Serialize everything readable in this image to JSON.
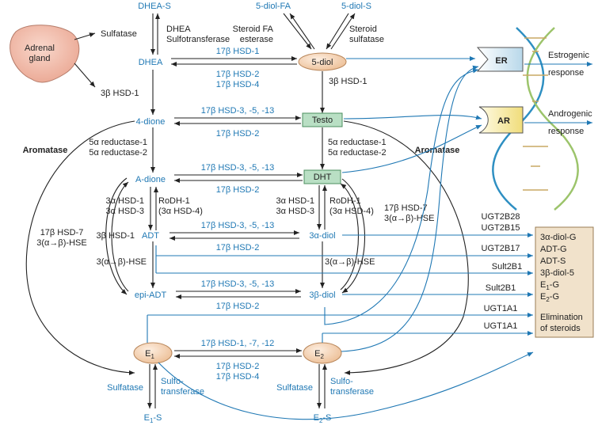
{
  "nodes": {
    "dheas": "DHEA-S",
    "diol_fa": "5-diol-FA",
    "diol_s": "5-diol-S",
    "dhea": "DHEA",
    "diol5": "5-diol",
    "dione4": "4-dione",
    "testo": "Testo",
    "adione": "A-dione",
    "dht": "DHT",
    "adt": "ADT",
    "diol3a": "3α-diol",
    "epiadt": "epi-ADT",
    "diol3b": "3β-diol",
    "e1": "E",
    "e1_sub": "1",
    "e2": "E",
    "e2_sub": "2",
    "e1s": "E",
    "e1s_sub": "1",
    "e1s_suffix": "-S",
    "e2s": "E",
    "e2s_sub": "2",
    "e2s_suffix": "-S"
  },
  "adrenal": [
    "Adrenal",
    "gland"
  ],
  "receptors": {
    "er": "ER",
    "ar": "AR"
  },
  "responses": {
    "estrogenic": [
      "Estrogenic",
      "response"
    ],
    "androgenic": [
      "Androgenic",
      "response"
    ]
  },
  "enzymes": {
    "sulfatase_top": "Sulfatase",
    "dhea_sulfo": [
      "DHEA",
      "Sulfotransferase"
    ],
    "steroid_fa": [
      "Steroid FA",
      "esterase"
    ],
    "steroid_sulf": [
      "Steroid",
      "sulfatase"
    ],
    "hsd3b_left": "3β HSD-1",
    "hsd3b_right": "3β HSD-1",
    "r1_top": "17β HSD-1",
    "r1_bottom": [
      "17β HSD-2",
      "17β HSD-4"
    ],
    "r2_top": "17β HSD-3, -5, -13",
    "r2_bottom": "17β HSD-2",
    "red_left": [
      "5α reductase-1",
      "5α reductase-2"
    ],
    "red_right": [
      "5α reductase-1",
      "5α reductase-2"
    ],
    "r3_top": "17β HSD-3, -5, -13",
    "r3_bottom": "17β HSD-2",
    "aromatase_left": "Aromatase",
    "aromatase_right": "Aromatase",
    "hsd3a_left": [
      "3α HSD-1",
      "3α HSD-3"
    ],
    "rodh_left": [
      "RoDH-1",
      "(3α HSD-4)"
    ],
    "hsd3a_right": [
      "3α HSD-1",
      "3α HSD-3"
    ],
    "rodh_right": [
      "RoDH-1",
      "(3α HSD-4)"
    ],
    "hsd17_7_left": [
      "17β HSD-7",
      "3(α→β)-HSE"
    ],
    "hsd17_7_right": [
      "17β HSD-7",
      "3(α→β)-HSE"
    ],
    "hsd3b_adt": "3β HSD-1",
    "hse_left": "3(α→β)-HSE",
    "hse_right": "3(α→β)-HSE",
    "r4_top": "17β HSD-3, -5, -13",
    "r4_bottom": "17β HSD-2",
    "r5_top": "17β HSD-3, -5, -13",
    "r5_bottom": "17β HSD-2",
    "r6_top": "17β HSD-1, -7, -12",
    "r6_bottom": [
      "17β HSD-2",
      "17β HSD-4"
    ],
    "sulfatase_e1": "Sulfatase",
    "sulfo_e1": [
      "Sulfo-",
      "transferase"
    ],
    "sulfatase_e2": "Sulfatase",
    "sulfo_e2": [
      "Sulfo-",
      "transferase"
    ]
  },
  "conjugation": {
    "ugt2b28": "UGT2B28",
    "ugt2b15": "UGT2B15",
    "ugt2b17": "UGT2B17",
    "sult2b1_a": "Sult2B1",
    "sult2b1_b": "Sult2B1",
    "ugt1a1_a": "UGT1A1",
    "ugt1a1_b": "UGT1A1"
  },
  "elimination": {
    "items": [
      "3α-diol-G",
      "ADT-G",
      "ADT-S",
      "3β-diol-5"
    ],
    "e1g": "E",
    "e1g_sub": "1",
    "e1g_suffix": "-G",
    "e2g": "E",
    "e2g_sub": "2",
    "e2g_suffix": "-G",
    "title": [
      "Elimination",
      "of steroids"
    ]
  },
  "colors": {
    "blue": "#1f78b4",
    "dark": "#222222",
    "ellipse_fill": "#f3cba5",
    "green_box": "#b9dfc4",
    "er_fill": "#dcecf5",
    "ar_fill": "#f4e7a3",
    "adrenal_fill": "#f2b9a8",
    "elim_fill": "#f1e2cb"
  }
}
